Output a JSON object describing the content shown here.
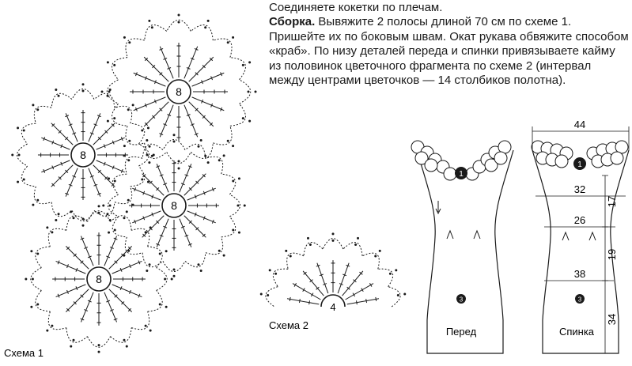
{
  "text": {
    "line1": "Соединяете кокетки по плечам.",
    "para_bold": "Сборка.",
    "para_rest": " Вывяжите 2 полосы длиной 70 см по схеме 1. Пришейте их по боковым швам. Окат рукава обвяжите способом «краб». По низу деталей переда и спинки привязываете кайму из половинок цветочного фрагмента по схеме 2 (интервал между центрами цветочков — 14 столбиков полотна)."
  },
  "scheme1": {
    "caption": "Схема 1",
    "motif_labels": [
      "8",
      "8",
      "8",
      "8"
    ]
  },
  "scheme2": {
    "caption": "Схема 2",
    "motif_label": "4"
  },
  "front": {
    "caption": "Перед",
    "marker_top": "1",
    "marker_bottom": "3"
  },
  "back": {
    "caption": "Спинка",
    "marker_top": "1",
    "marker_bottom": "3",
    "dims": {
      "top": "44",
      "w1": "32",
      "w2": "26",
      "w3": "38",
      "h1": "17",
      "h2": "19",
      "h3": "34"
    }
  }
}
